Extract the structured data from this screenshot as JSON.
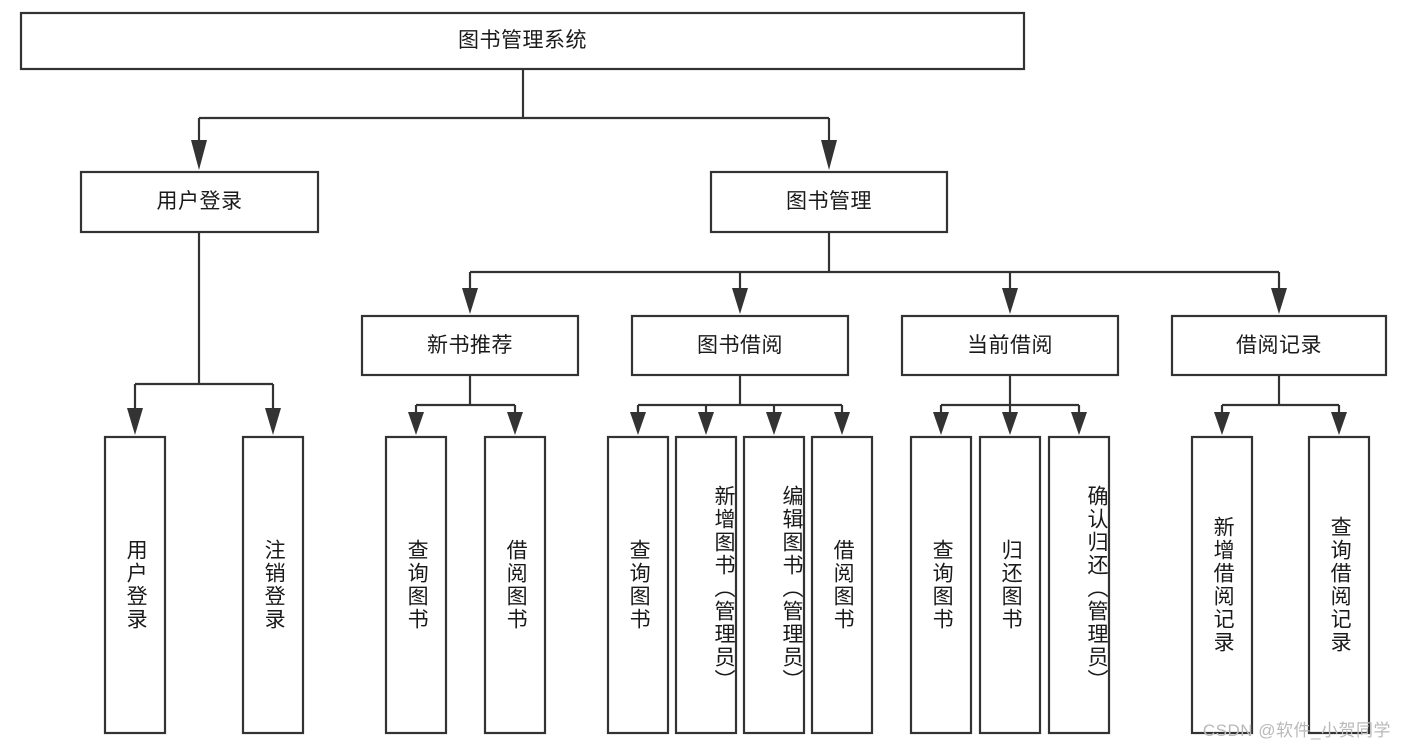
{
  "diagram": {
    "title": "图书管理系统",
    "type": "tree-hierarchy",
    "colors": {
      "box_border": "#333333",
      "box_fill": "#ffffff",
      "connector": "#333333",
      "text": "#1a1a1a",
      "background": "#ffffff",
      "watermark": "#b9b9b9"
    },
    "root": {
      "label": "图书管理系统"
    },
    "level2": [
      {
        "label": "用户登录"
      },
      {
        "label": "图书管理"
      }
    ],
    "level3": [
      {
        "label": "新书推荐"
      },
      {
        "label": "图书借阅"
      },
      {
        "label": "当前借阅"
      },
      {
        "label": "借阅记录"
      }
    ],
    "leaves": {
      "user_login": [
        {
          "label": "用户登录"
        },
        {
          "label": "注销登录"
        }
      ],
      "new_book_recommend": [
        {
          "label": "查询图书"
        },
        {
          "label": "借阅图书"
        }
      ],
      "book_borrow": [
        {
          "label": "查询图书"
        },
        {
          "label": "新增图书（管理员）"
        },
        {
          "label": "编辑图书（管理员）"
        },
        {
          "label": "借阅图书"
        }
      ],
      "current_borrow": [
        {
          "label": "查询图书"
        },
        {
          "label": "归还图书"
        },
        {
          "label": "确认归还（管理员）"
        }
      ],
      "borrow_record": [
        {
          "label": "新增借阅记录"
        },
        {
          "label": "查询借阅记录"
        }
      ]
    }
  },
  "watermark": {
    "text": "CSDN @软件_小贺同学"
  }
}
